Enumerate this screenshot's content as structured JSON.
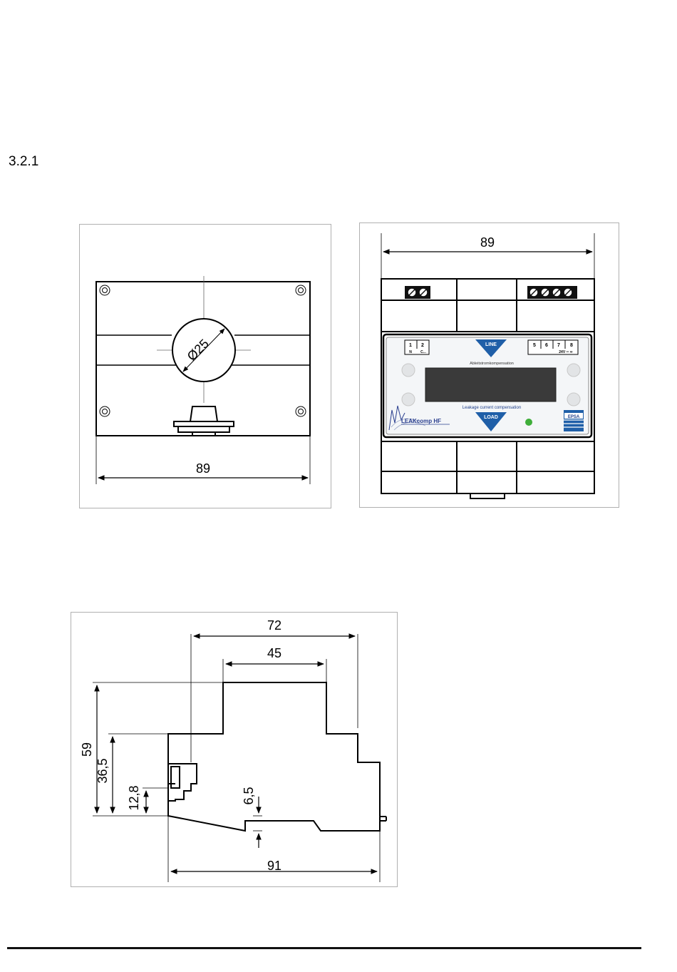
{
  "section": {
    "number": "3.2.1"
  },
  "top_view": {
    "dim_width": "89",
    "dim_diameter": "Ø25"
  },
  "front_view": {
    "dim_width": "89",
    "terminal_left": {
      "numbers": [
        "1",
        "2"
      ],
      "labels": [
        "N",
        "C..."
      ]
    },
    "terminal_right": {
      "numbers": [
        "5",
        "6",
        "7",
        "8"
      ],
      "voltage": "24V ═ ≂"
    },
    "line_label": "LINE",
    "load_label": "LOAD",
    "text_de": "Ableitstromkompensation",
    "text_en": "Leakage current compensation",
    "logo_text": "LEAKcomp HF",
    "brand_badge": "EPSA",
    "led_color": "#3fae3a",
    "arrow_color": "#1f5fa8"
  },
  "side_view": {
    "dim_72": "72",
    "dim_45": "45",
    "dim_59": "59",
    "dim_36_5": "36,5",
    "dim_12_8": "12,8",
    "dim_6_5": "6,5",
    "dim_91": "91"
  }
}
